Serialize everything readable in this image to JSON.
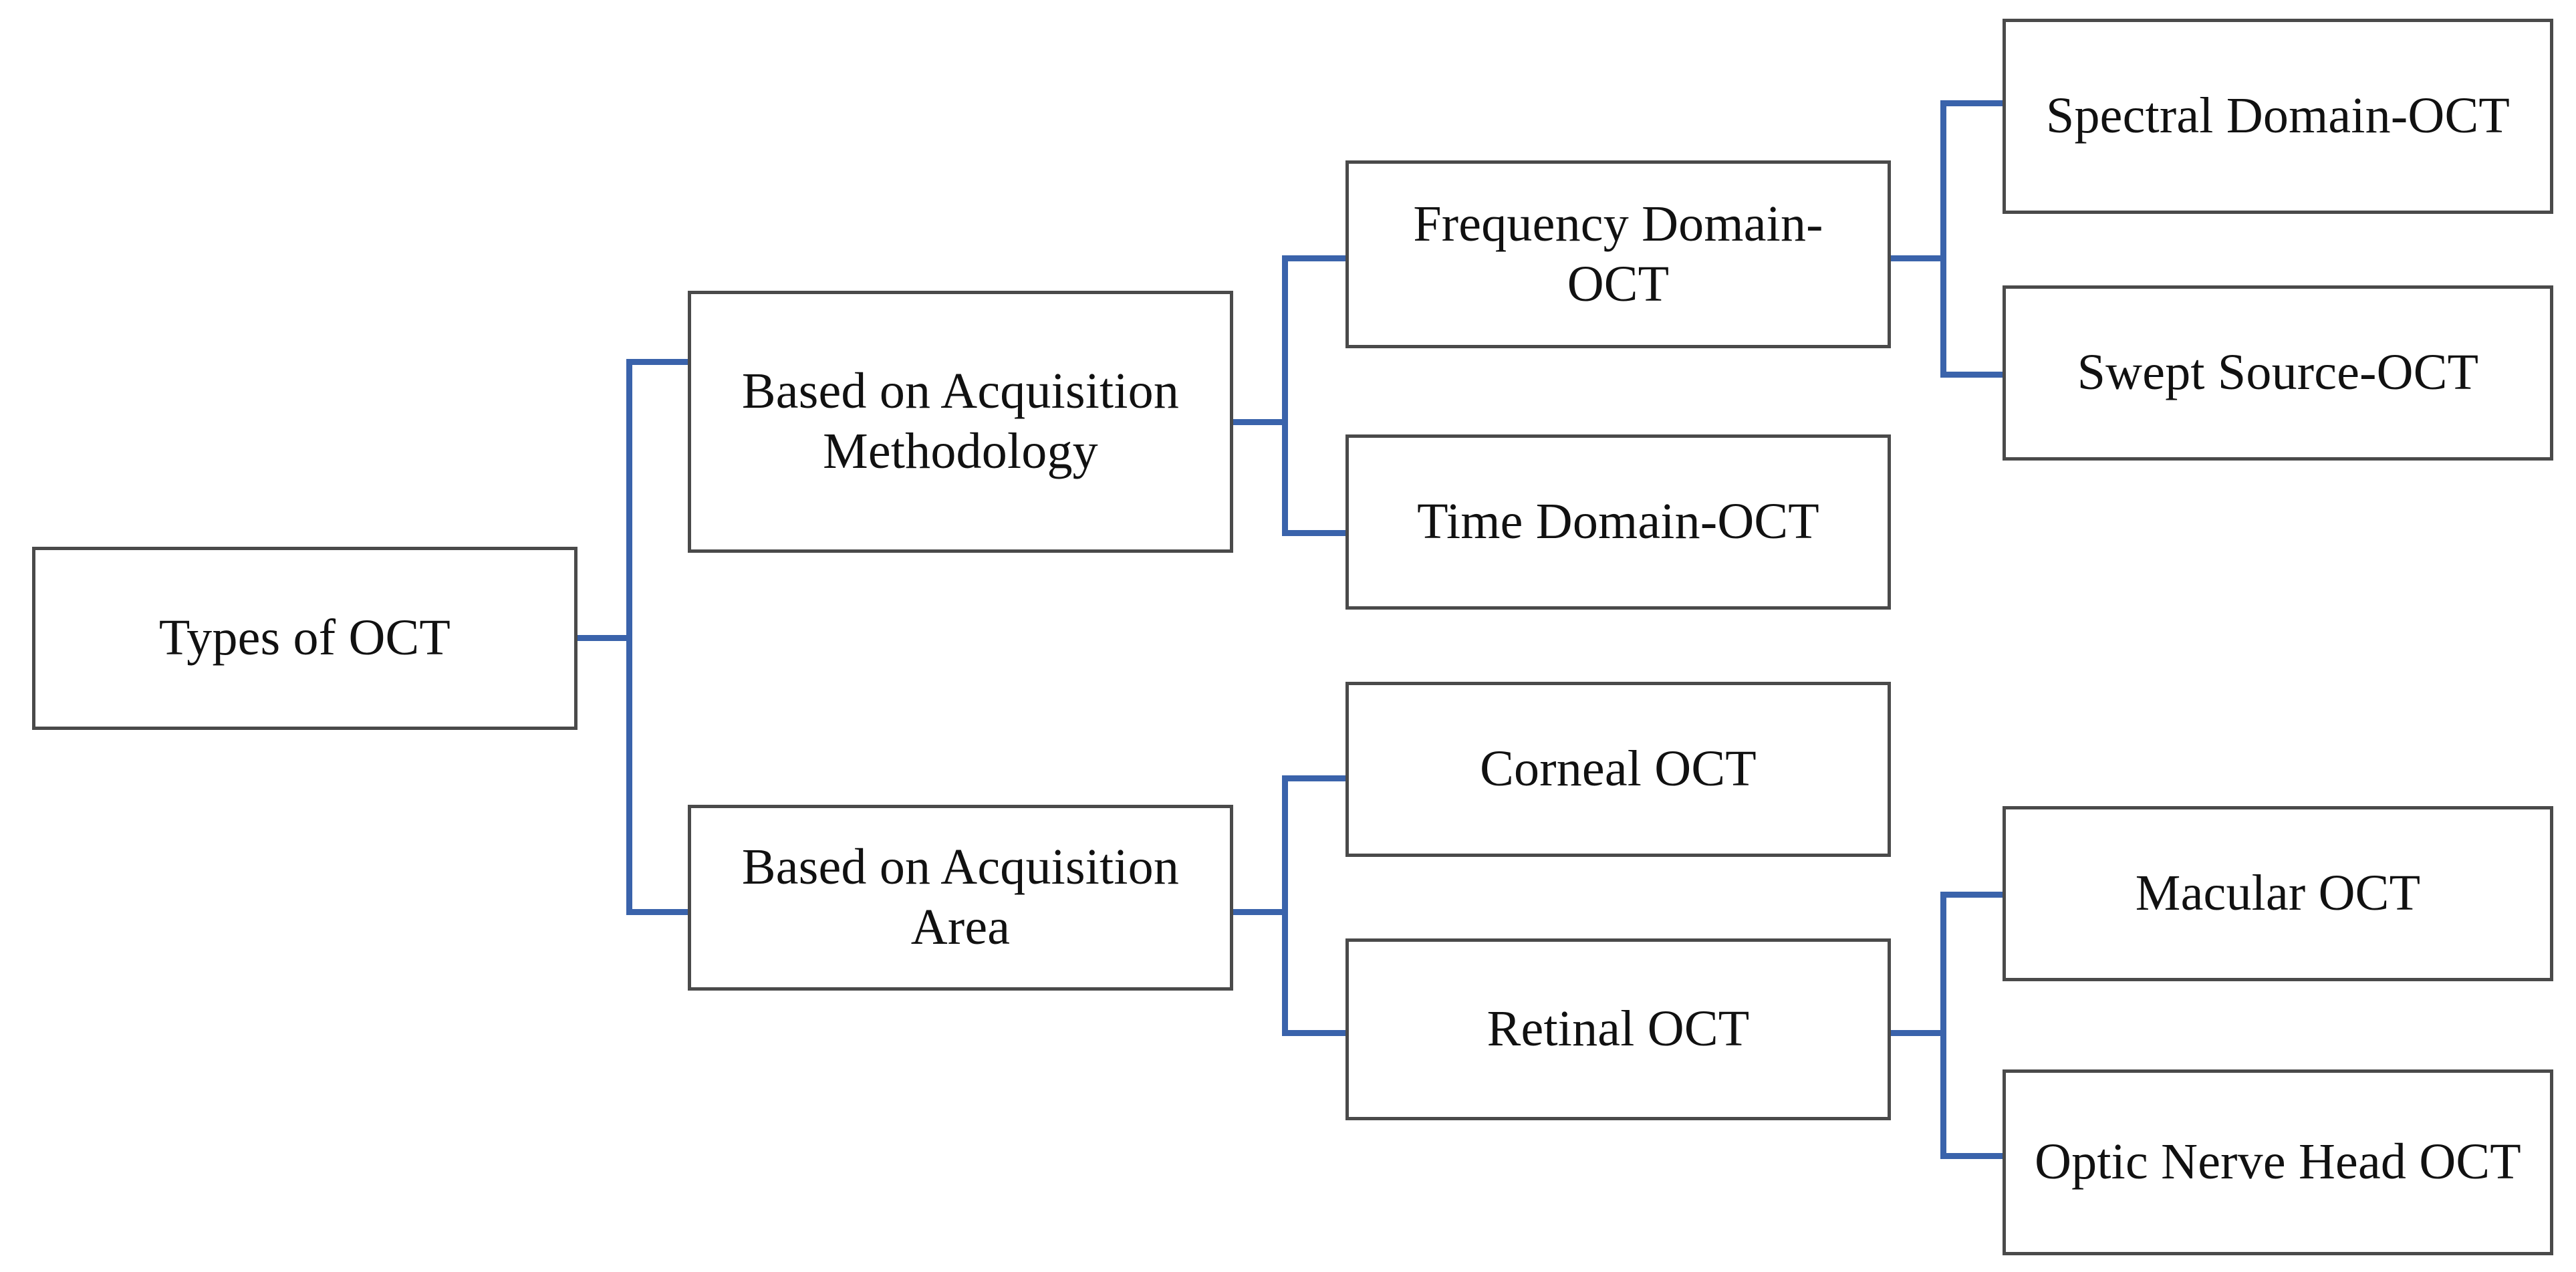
{
  "diagram": {
    "title": "Types of OCT",
    "type": "hierarchy-tree",
    "orientation": "left-to-right",
    "connector_color": "#3a63ab",
    "box_border_color": "#4a4a4a",
    "background_color": "#ffffff",
    "text_color": "#111111"
  },
  "nodes": {
    "root": {
      "label": "Types of OCT"
    },
    "level1": [
      {
        "id": "acq-methodology",
        "label": "Based on Acquisition Methodology"
      },
      {
        "id": "acq-area",
        "label": "Based on Acquisition Area"
      }
    ],
    "level2": [
      {
        "id": "frequency-domain-oct",
        "label": "Frequency Domain-OCT",
        "parent": "acq-methodology"
      },
      {
        "id": "time-domain-oct",
        "label": "Time Domain-OCT",
        "parent": "acq-methodology"
      },
      {
        "id": "corneal-oct",
        "label": "Corneal OCT",
        "parent": "acq-area"
      },
      {
        "id": "retinal-oct",
        "label": "Retinal OCT",
        "parent": "acq-area"
      }
    ],
    "level3": [
      {
        "id": "spectral-domain-oct",
        "label": "Spectral Domain-OCT",
        "parent": "frequency-domain-oct"
      },
      {
        "id": "swept-source-oct",
        "label": "Swept Source-OCT",
        "parent": "frequency-domain-oct"
      },
      {
        "id": "macular-oct",
        "label": "Macular OCT",
        "parent": "retinal-oct"
      },
      {
        "id": "optic-nerve-head-oct",
        "label": "Optic Nerve Head OCT",
        "parent": "retinal-oct"
      }
    ]
  }
}
